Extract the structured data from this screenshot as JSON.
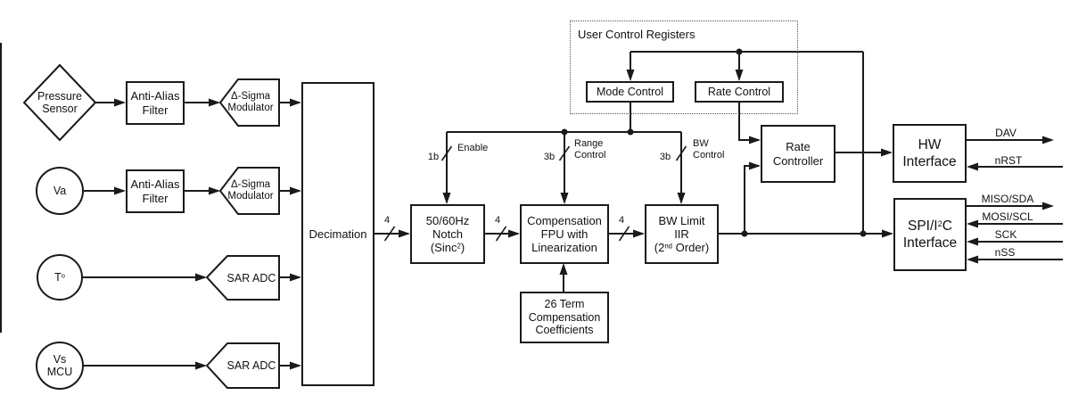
{
  "sources": {
    "pressure": {
      "line1": "Pressure",
      "line2": "Sensor"
    },
    "va": {
      "label": "Va"
    },
    "temp": {
      "base": "T",
      "sup": "o"
    },
    "vs": {
      "line1": "Vs",
      "line2": "MCU"
    }
  },
  "blocks": {
    "aa1": {
      "line1": "Anti-Alias",
      "line2": "Filter"
    },
    "aa2": {
      "line1": "Anti-Alias",
      "line2": "Filter"
    },
    "dsm1": {
      "line1": "Δ-Sigma",
      "line2": "Modulator"
    },
    "dsm2": {
      "line1": "Δ-Sigma",
      "line2": "Modulator"
    },
    "sar1": {
      "label": "SAR ADC"
    },
    "sar2": {
      "label": "SAR ADC"
    },
    "decimation": {
      "label": "Decimation"
    },
    "notch": {
      "line1": "50/60Hz",
      "line2": "Notch",
      "line3_pre": "(Sinc",
      "line3_sup": "2",
      "line3_post": ")"
    },
    "fpu": {
      "line1": "Compensation",
      "line2": "FPU with",
      "line3": "Linearization"
    },
    "bw_limit": {
      "line1": "BW Limit",
      "line2": "IIR",
      "line3_pre": "(2",
      "line3_sup": "nd",
      "line3_post": " Order)"
    },
    "coeffs": {
      "line1": "26 Term",
      "line2": "Compensation",
      "line3": "Coefficients"
    },
    "user_registers": {
      "label": "User Control Registers"
    },
    "mode_control": {
      "label": "Mode Control"
    },
    "rate_control": {
      "label": "Rate Control"
    },
    "rate_controller": {
      "line1": "Rate",
      "line2": "Controller"
    },
    "hw_interface": {
      "line1": "HW",
      "line2": "Interface"
    },
    "spi_interface": {
      "line1_pre": "SPI/I",
      "line1_sup": "2",
      "line1_post": "C",
      "line2": "Interface"
    }
  },
  "bus_labels": {
    "dec_out_width": "4",
    "notch_out_width": "4",
    "fpu_out_width": "4",
    "enable_width": "1b",
    "enable": "Enable",
    "range_width": "3b",
    "range_line1": "Range",
    "range_line2": "Control",
    "bw_width": "3b",
    "bw_line1": "BW",
    "bw_line2": "Control"
  },
  "signals": {
    "dav": "DAV",
    "nrst": "nRST",
    "miso": "MISO/SDA",
    "mosi": "MOSI/SCL",
    "sck": "SCK",
    "nss": "nSS"
  },
  "colors": {
    "line": "#1a1a1a",
    "background": "#ffffff"
  }
}
